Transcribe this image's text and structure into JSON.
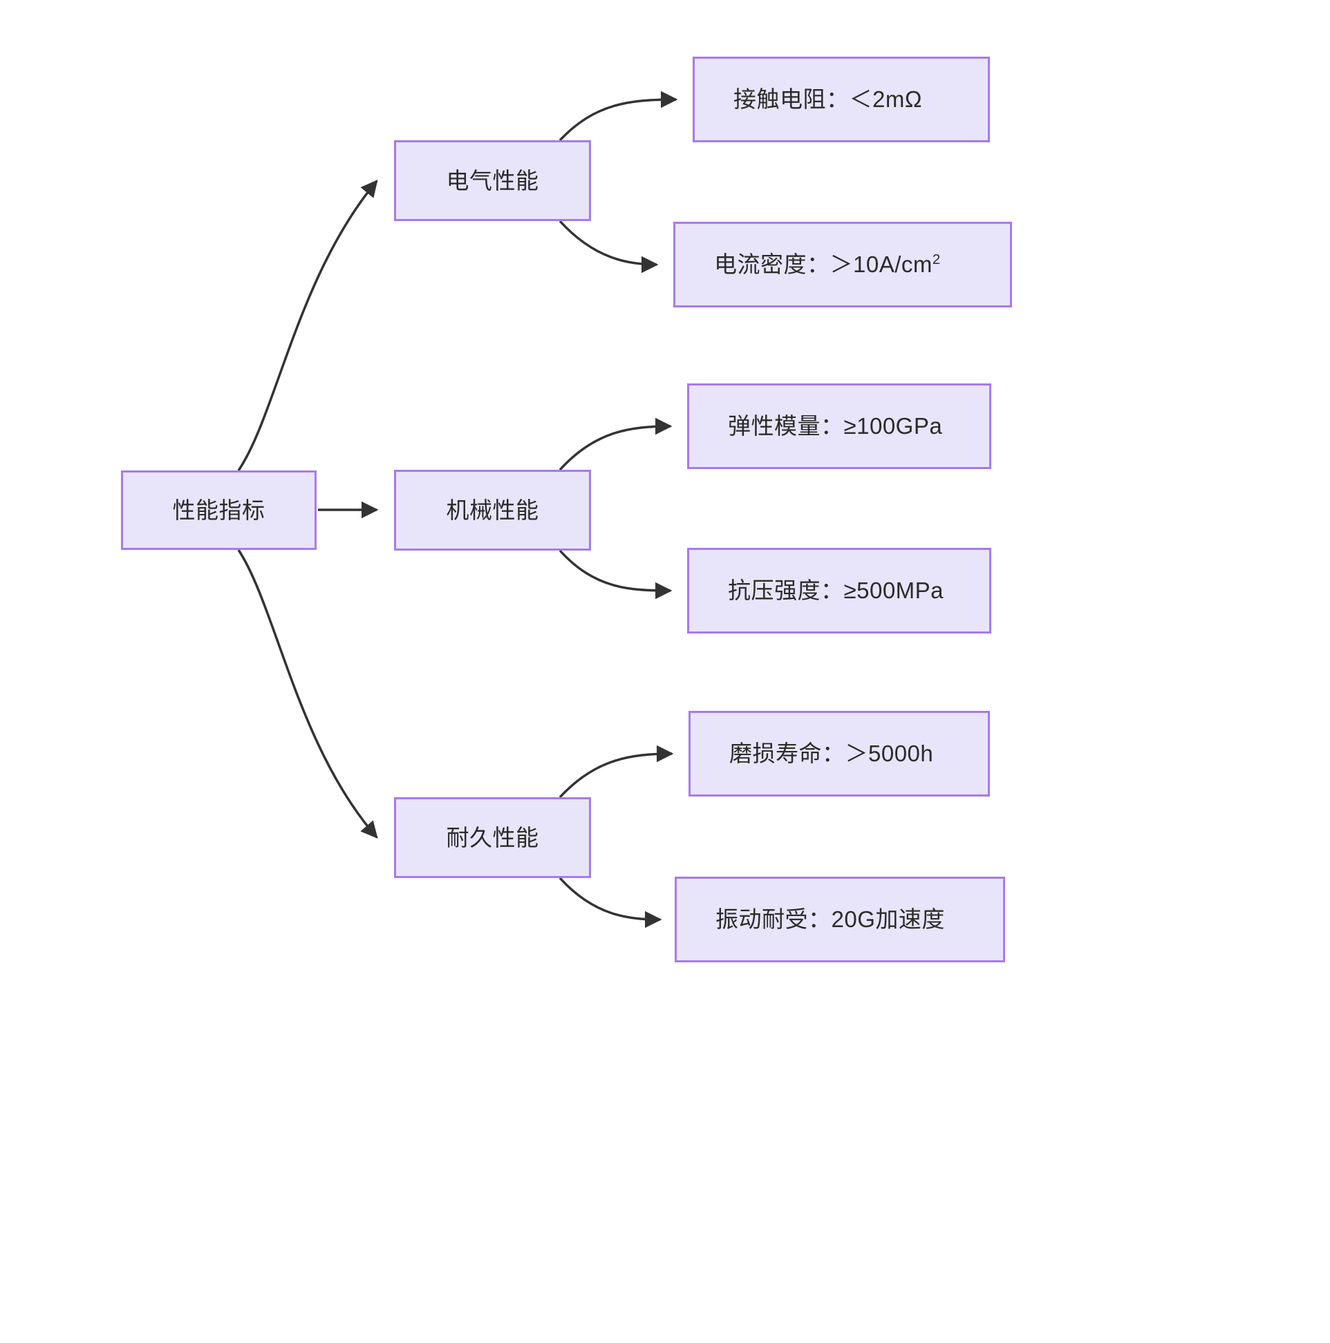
{
  "diagram": {
    "title": "性能指标",
    "type": "flowchart",
    "direction": "left-to-right",
    "colors": {
      "node_fill": "#e8e5fa",
      "node_border": "#a779ef",
      "edge_stroke": "#333333",
      "text": "#2b2b2b",
      "background": "#ffffff"
    },
    "root": {
      "id": "root",
      "label": "性能指标"
    },
    "branches": [
      {
        "id": "electrical",
        "label": "电气性能",
        "children": [
          {
            "id": "contact-resistance",
            "label": "接触电阻：＜2mΩ"
          },
          {
            "id": "current-density",
            "label_prefix": "电流密度：＞10A/cm",
            "label_sup": "2"
          }
        ]
      },
      {
        "id": "mechanical",
        "label": "机械性能",
        "children": [
          {
            "id": "elastic-modulus",
            "label": "弹性模量：≥100GPa"
          },
          {
            "id": "compressive-strength",
            "label": "抗压强度：≥500MPa"
          }
        ]
      },
      {
        "id": "durability",
        "label": "耐久性能",
        "children": [
          {
            "id": "wear-life",
            "label": "磨损寿命：＞5000h"
          },
          {
            "id": "vibration-resistance",
            "label": "振动耐受：20G加速度"
          }
        ]
      }
    ]
  }
}
